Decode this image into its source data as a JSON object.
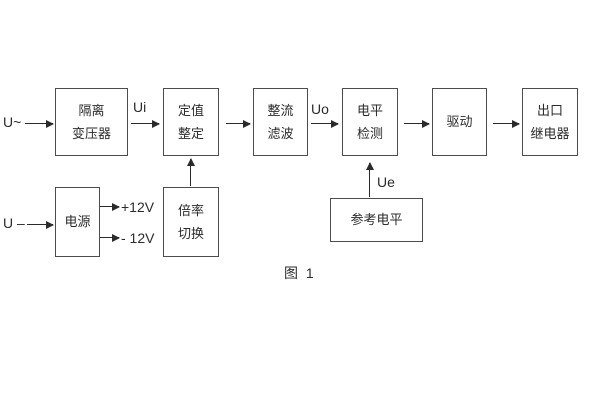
{
  "diagram": {
    "caption": "图 1",
    "inputs": {
      "ac": "U~",
      "dc": "U –"
    },
    "signals": {
      "ui": "Ui",
      "uo": "Uo",
      "ue": "Ue",
      "plus12v": "+12V",
      "minus12v": "- 12V"
    },
    "blocks": {
      "isolation_transformer": {
        "line1": "隔离",
        "line2": "变压器"
      },
      "value_setting": {
        "line1": "定值",
        "line2": "整定"
      },
      "rectifier_filter": {
        "line1": "整流",
        "line2": "滤波"
      },
      "level_detection": {
        "line1": "电平",
        "line2": "检测"
      },
      "drive": {
        "label": "驱动"
      },
      "output_relay": {
        "line1": "出口",
        "line2": "继电器"
      },
      "power_supply": {
        "label": "电源"
      },
      "multiplier_switch": {
        "line1": "倍率",
        "line2": "切换"
      },
      "reference_level": {
        "label": "参考电平"
      }
    },
    "colors": {
      "background": "#ffffff",
      "line": "#2a2a2a",
      "border": "#4d4d4d",
      "text": "#2b2b2b"
    }
  }
}
